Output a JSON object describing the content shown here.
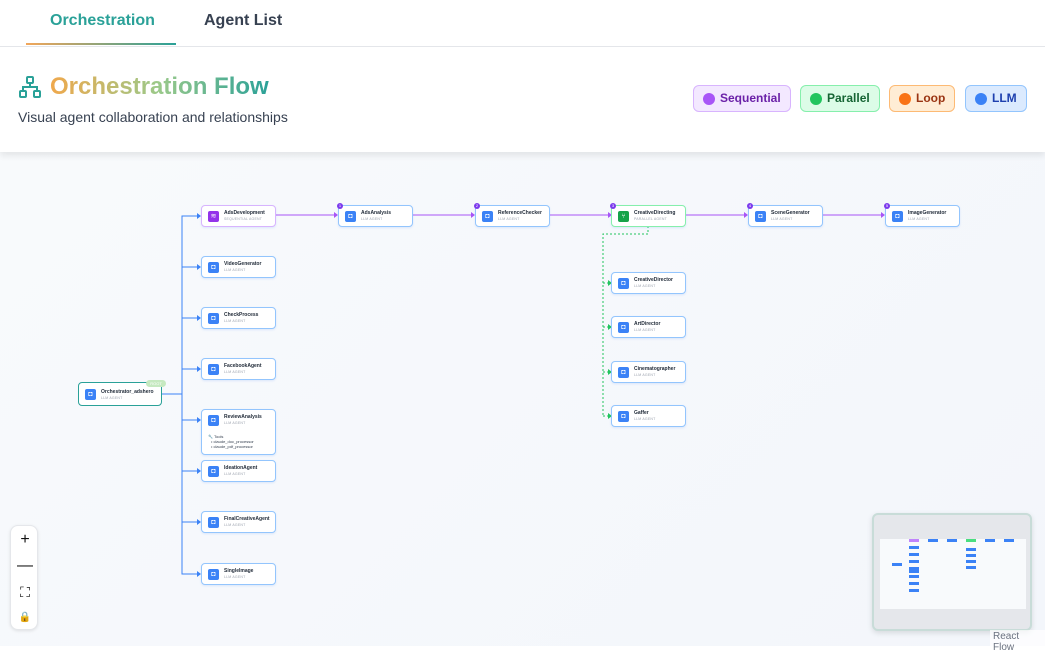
{
  "tabs": [
    {
      "label": "Orchestration",
      "active": true
    },
    {
      "label": "Agent List",
      "active": false
    }
  ],
  "header": {
    "title": "Orchestration Flow",
    "subtitle": "Visual agent collaboration and relationships"
  },
  "legend": [
    {
      "label": "Sequential",
      "color": "#9333ea",
      "bg": "#f3e8ff",
      "border": "#d8b4fe",
      "text": "#6b21a8"
    },
    {
      "label": "Parallel",
      "color": "#16a34a",
      "bg": "#dcfce7",
      "border": "#86efac",
      "text": "#166534"
    },
    {
      "label": "Loop",
      "color": "#ea580c",
      "bg": "#ffedd5",
      "border": "#fdba74",
      "text": "#9a3412"
    },
    {
      "label": "LLM",
      "color": "#2563eb",
      "bg": "#dbeafe",
      "border": "#93c5fd",
      "text": "#1e40af"
    }
  ],
  "root": {
    "name": "Orchestrator_adshero",
    "type": "LLM AGENT",
    "badge": "ROOT"
  },
  "nodes": {
    "ads_development": {
      "name": "AdsDevelopment",
      "type": "SEQUENTIAL AGENT"
    },
    "video_generator": {
      "name": "VideoGenerator",
      "type": "LLM AGENT"
    },
    "check_process": {
      "name": "CheckProcess",
      "type": "LLM AGENT"
    },
    "facebook_agent": {
      "name": "FacebookAgent",
      "type": "LLM AGENT"
    },
    "review_analysis": {
      "name": "ReviewAnalysis",
      "type": "LLM AGENT",
      "tools_label": "Tools",
      "tools": [
        "claude_doc_processor",
        "claude_pdf_processor"
      ]
    },
    "ideation_agent": {
      "name": "IdeationAgent",
      "type": "LLM AGENT"
    },
    "final_creative_agent": {
      "name": "FinalCreativeAgent",
      "type": "LLM AGENT"
    },
    "single_image": {
      "name": "SingleImage",
      "type": "LLM AGENT"
    },
    "ads_analysis": {
      "name": "AdsAnalysis",
      "type": "LLM AGENT",
      "step": "1"
    },
    "reference_checker": {
      "name": "ReferenceChecker",
      "type": "LLM AGENT",
      "step": "2"
    },
    "creative_directing": {
      "name": "CreativeDirecting",
      "type": "PARALLEL AGENT",
      "step": "3"
    },
    "scene_generator": {
      "name": "SceneGenerator",
      "type": "LLM AGENT",
      "step": "4"
    },
    "image_generator": {
      "name": "ImageGenerator",
      "type": "LLM AGENT",
      "step": "5"
    },
    "creative_director": {
      "name": "CreativeDirector",
      "type": "LLM AGENT"
    },
    "art_director": {
      "name": "ArtDirector",
      "type": "LLM AGENT"
    },
    "cinematographer": {
      "name": "Cinematographer",
      "type": "LLM AGENT"
    },
    "gaffer": {
      "name": "Gaffer",
      "type": "LLM AGENT"
    }
  },
  "controls": {
    "zoom_in": "+",
    "zoom_out": "—",
    "fit_view": "⛶",
    "lock": "🔒"
  },
  "attribution": "React Flow",
  "icons": {
    "flow": "hierarchy-icon",
    "agent": "robot-icon",
    "sequential": "layers-icon",
    "parallel": "branch-icon"
  }
}
